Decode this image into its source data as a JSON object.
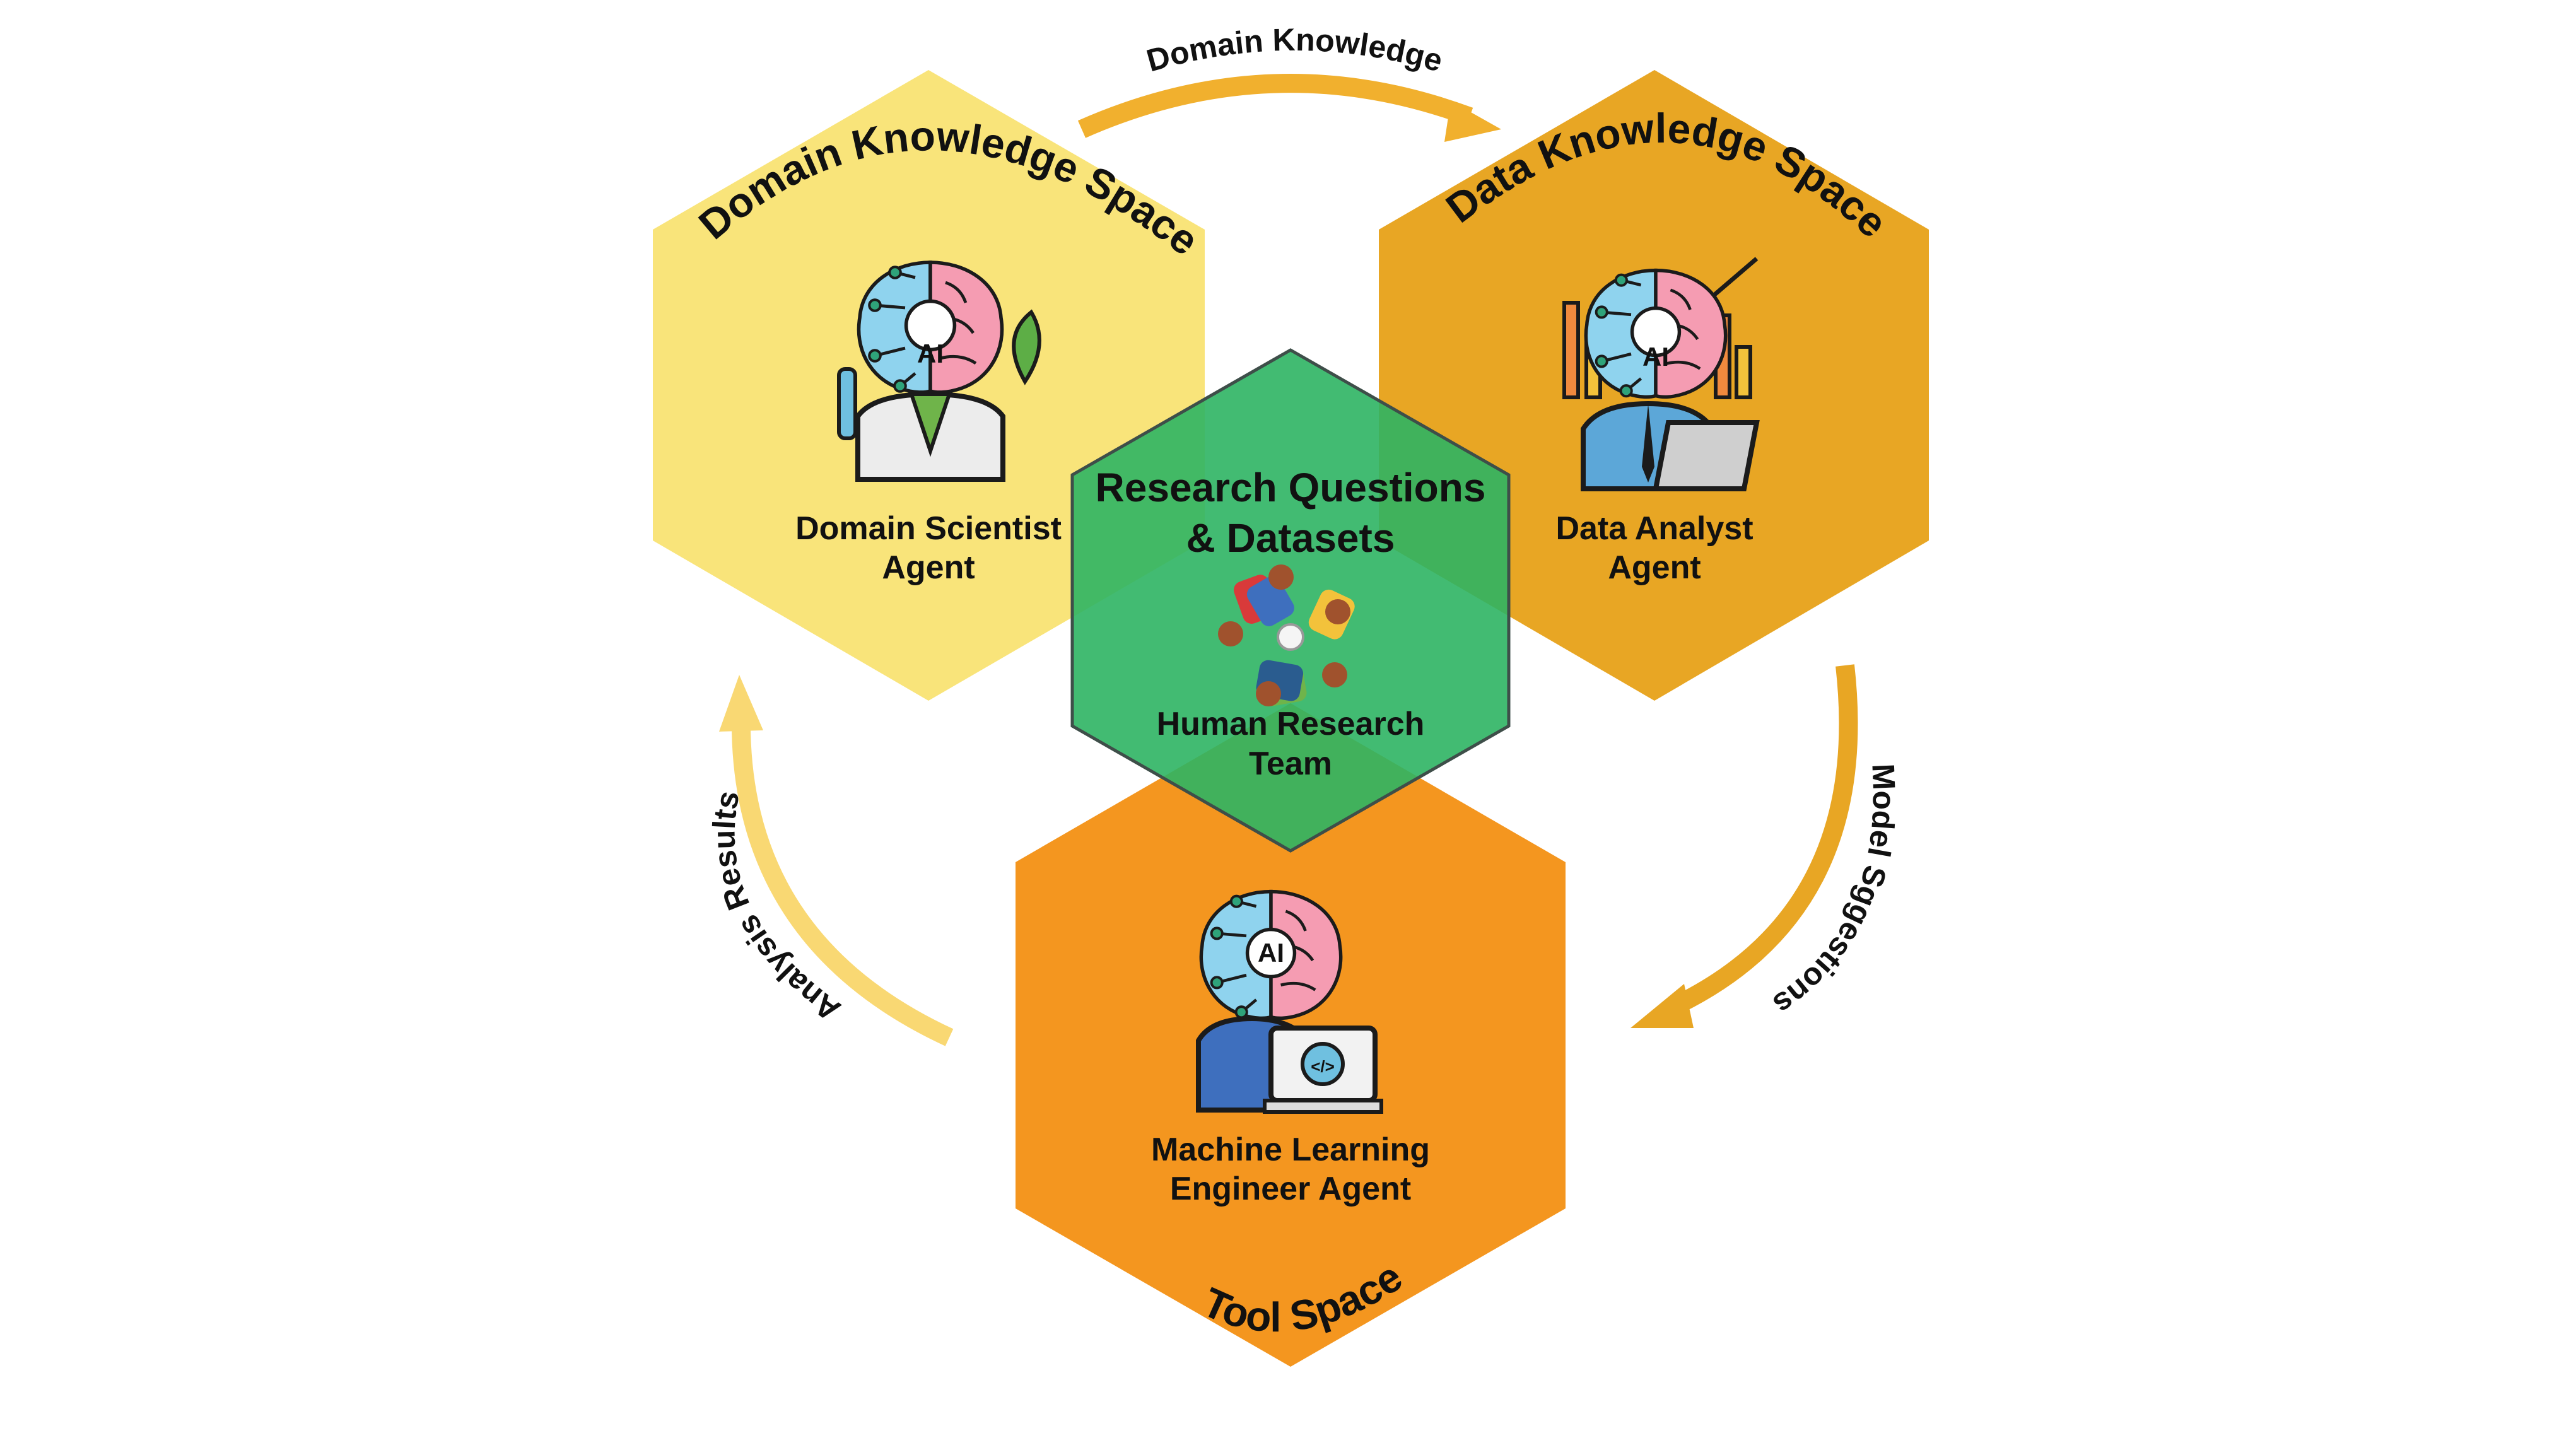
{
  "colors": {
    "domain_space": "#F9E47A",
    "data_space": "#E8A624",
    "tool_space": "#F4961F",
    "center": "#2DB463",
    "center_border": "#3E4E49",
    "arrow": "#F1B02E",
    "brain_left": "#8FD3EE",
    "brain_right": "#F59CB2"
  },
  "spaces": {
    "domain": {
      "title": "Domain Knowledge Space",
      "agent_line1": "Domain Scientist",
      "agent_line2": "Agent",
      "icon": "scientist-ai-icon"
    },
    "data": {
      "title": "Data Knowledge Space",
      "agent_line1": "Data Analyst",
      "agent_line2": "Agent",
      "icon": "analyst-ai-icon"
    },
    "tool": {
      "title": "Tool Space",
      "agent_line1": "Machine Learning",
      "agent_line2": "Engineer Agent",
      "icon": "engineer-ai-icon"
    }
  },
  "center": {
    "title_line1": "Research Questions",
    "title_line2": "& Datasets",
    "team_line1": "Human Research",
    "team_line2": "Team",
    "icon": "team-circle-icon"
  },
  "flows": {
    "top": "Domain Knowledge",
    "right": "Model Sggestions",
    "left": "Analysis Results"
  },
  "ai_badge": "AI"
}
